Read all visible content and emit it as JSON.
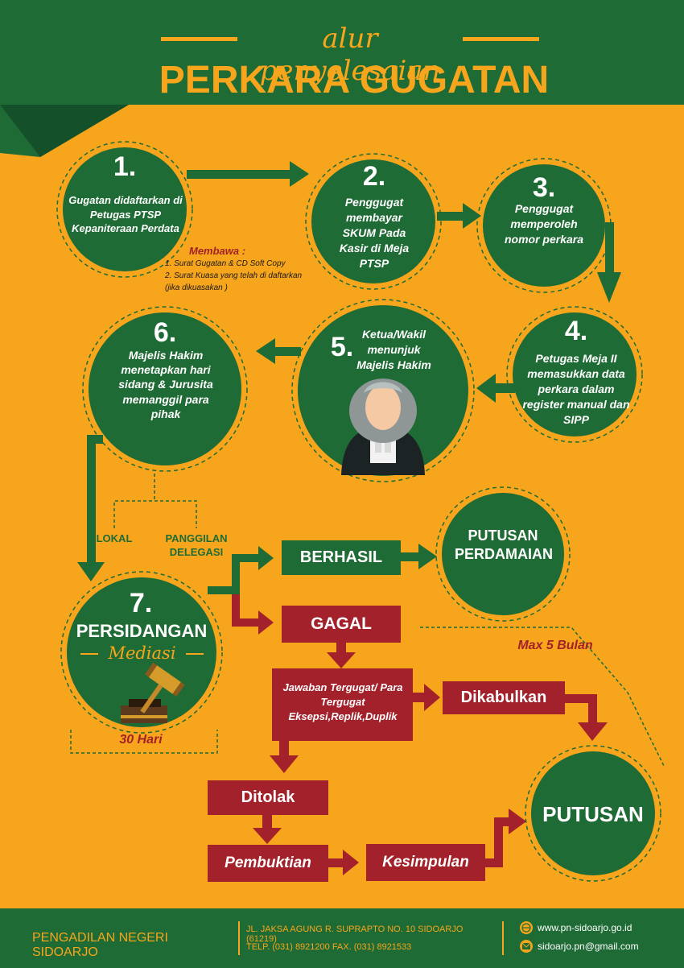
{
  "header": {
    "subtitle": "alur penyelesaian",
    "title": "PERKARA GUGATAN"
  },
  "steps": {
    "s1": {
      "number": "1.",
      "text": "Gugatan didaftarkan di Petugas PTSP Kepaniteraan Perdata"
    },
    "s2": {
      "number": "2.",
      "text": "Penggugat membayar SKUM Pada Kasir di Meja PTSP"
    },
    "s3": {
      "number": "3.",
      "text": "Penggugat memperoleh nomor perkara"
    },
    "s4": {
      "number": "4.",
      "text": "Petugas Meja II memasukkan data perkara dalam register manual dan SIPP"
    },
    "s5": {
      "number": "5.",
      "text": "Ketua/Wakil menunjuk Majelis Hakim"
    },
    "s6": {
      "number": "6.",
      "text": "Majelis Hakim menetapkan hari sidang & Jurusita memanggil para pihak"
    },
    "s7": {
      "number": "7.",
      "title": "PERSIDANGAN",
      "subtitle": "Mediasi"
    }
  },
  "membawa": {
    "title": "Membawa :",
    "item1": "1. Surat Gugatan & CD Soft Copy",
    "item2": "2. Surat Kuasa yang telah di daftarkan",
    "item3": "(jika  dikuasakan )"
  },
  "branches": {
    "lokal": "LOKAL",
    "delegasi": "PANGGILAN DELEGASI",
    "berhasil": "BERHASIL",
    "putusan_perdamaian": "PUTUSAN PERDAMAIAN",
    "gagal": "GAGAL",
    "jawaban": "Jawaban Tergugat/ Para Tergugat Eksepsi,Replik,Duplik",
    "dikabulkan": "Dikabulkan",
    "ditolak": "Ditolak",
    "pembuktian": "Pembuktian",
    "kesimpulan": "Kesimpulan",
    "putusan": "PUTUSAN",
    "max_bulan": "Max 5 Bulan",
    "hari": "30 Hari"
  },
  "footer": {
    "court": "PENGADILAN NEGERI SIDOARJO",
    "address": "JL. JAKSA AGUNG R. SUPRAPTO NO. 10 SIDOARJO (61219)",
    "phone": "TELP. (031) 8921200 FAX. (031) 8921533",
    "website": "www.pn-sidoarjo.go.id",
    "email": "sidoarjo.pn@gmail.com"
  },
  "colors": {
    "background": "#f6a51c",
    "green": "#1f6b35",
    "red": "#a3212a",
    "dark_green": "#195a2c"
  }
}
